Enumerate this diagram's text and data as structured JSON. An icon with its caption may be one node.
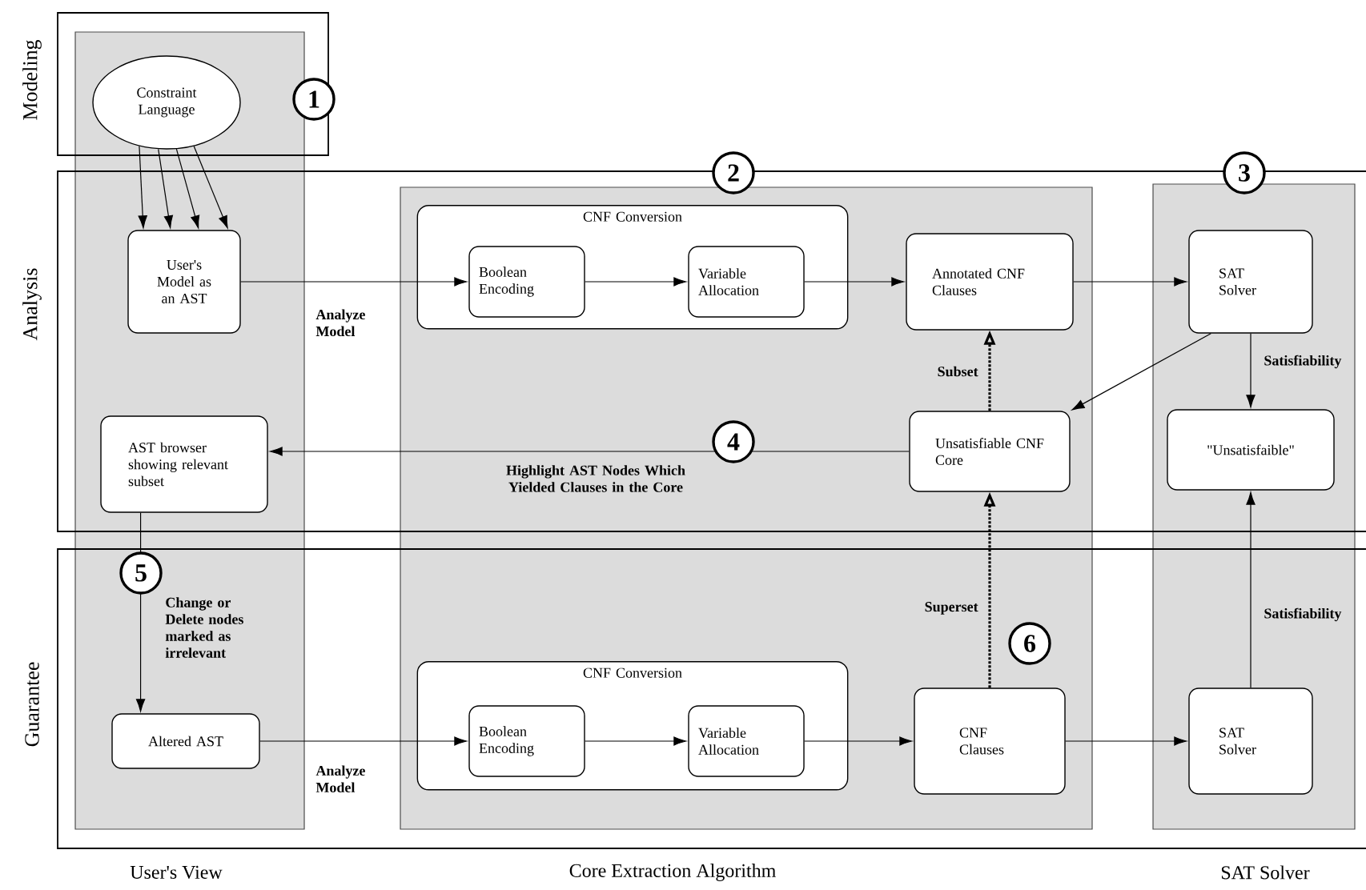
{
  "diagram": {
    "nodes": [
      {
        "text": [
          "Constraint Language"
        ]
      },
      {
        "text": [
          "User's Model as an AST"
        ]
      },
      {
        "text": [
          "AST browser showing relevant subset"
        ]
      },
      {
        "text": [
          "Altered AST"
        ]
      },
      {
        "text": [
          "CNF Conversion"
        ]
      },
      {
        "text": [
          "Boolean Encoding"
        ],
        "in": 4
      },
      {
        "text": [
          "Variable Allocation"
        ],
        "in": 4
      },
      {
        "text": [
          "Annotated CNF Clauses"
        ]
      },
      {
        "text": [
          "Unsatisfiable CNF Core"
        ]
      },
      {
        "text": [
          "CNF Conversion"
        ]
      },
      {
        "text": [
          "Boolean Encoding"
        ],
        "in": 9
      },
      {
        "text": [
          "Variable Allocation"
        ],
        "in": 9
      },
      {
        "text": [
          "CNF Clauses"
        ]
      },
      {
        "text": [
          "SAT Solver"
        ]
      },
      {
        "text": [
          "\"Unsatisfaible\""
        ]
      },
      {
        "text": [
          "SAT Solver"
        ]
      }
    ],
    "edges": [
      {
        "from": 0,
        "to": 1,
        "arrow": "to"
      },
      {
        "from": 0,
        "to": 1,
        "arrow": "to"
      },
      {
        "from": 0,
        "to": 1,
        "arrow": "to"
      },
      {
        "from": 0,
        "to": 1,
        "arrow": "to"
      },
      {
        "from": 1,
        "to": 5,
        "arrow": "to",
        "label": "Analyze Model"
      },
      {
        "from": 5,
        "to": 6,
        "arrow": "to"
      },
      {
        "from": 6,
        "to": 7,
        "arrow": "to"
      },
      {
        "from": 7,
        "to": 13,
        "arrow": "to"
      },
      {
        "from": 13,
        "to": 8,
        "arrow": "to"
      },
      {
        "from": 13,
        "to": 14,
        "arrow": "to",
        "label": "Satisfiability"
      },
      {
        "from": 8,
        "to": 7,
        "arrow": "to",
        "label": "Subset",
        "style": "dashed"
      },
      {
        "from": 8,
        "to": 2,
        "arrow": "to",
        "label": "Highlight AST Nodes Which Yielded Clauses in the Core"
      },
      {
        "from": 2,
        "to": 3,
        "arrow": "to",
        "label": "Change or Delete nodes marked as irrelevant"
      },
      {
        "from": 3,
        "to": 10,
        "arrow": "to",
        "label": "Analyze Model"
      },
      {
        "from": 10,
        "to": 11,
        "arrow": "to"
      },
      {
        "from": 11,
        "to": 12,
        "arrow": "to"
      },
      {
        "from": 12,
        "to": 8,
        "arrow": "to",
        "label": "Superset",
        "style": "dashed"
      },
      {
        "from": 12,
        "to": 15,
        "arrow": "to"
      },
      {
        "from": 15,
        "to": 14,
        "arrow": "to",
        "label": "Satisfiability"
      }
    ],
    "labels": [
      "Modeling",
      "1",
      "2",
      "3",
      "Analysis",
      "4",
      "5",
      "6",
      "Guarantee",
      "User's View",
      "Core Extraction Algorithm",
      "SAT Solver"
    ]
  }
}
